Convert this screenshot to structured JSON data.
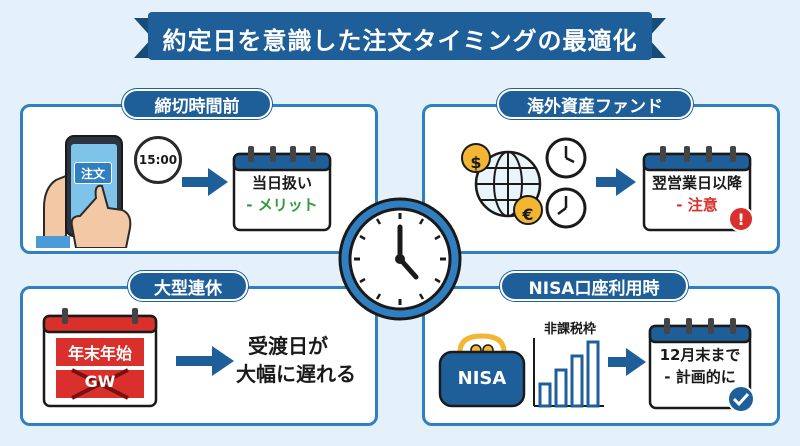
{
  "title": "約定日を意識した注文タイミングの最適化",
  "panels": {
    "top_left": {
      "heading": "締切時間前",
      "phone_label": "注文",
      "clock_time": "15:00",
      "calendar_line1": "当日扱い",
      "calendar_line2": "- メリット"
    },
    "top_right": {
      "heading": "海外資産ファンド",
      "coin_dollar": "$",
      "coin_euro": "€",
      "calendar_line1": "翌営業日以降",
      "calendar_line2": "- 注意",
      "alert_symbol": "!"
    },
    "bottom_left": {
      "heading": "大型連休",
      "calendar_line1": "年末年始",
      "calendar_line2": "GW",
      "result_line1": "受渡日が",
      "result_line2": "大幅に遅れる"
    },
    "bottom_right": {
      "heading": "NISA口座利用時",
      "wallet_label": "NISA",
      "chart_label": "非課税枠",
      "calendar_line1": "12月末まで",
      "calendar_line2": "- 計画的に"
    }
  },
  "colors": {
    "primary": "#1f5f99",
    "accent_blue": "#2f7fc1",
    "green": "#2e9b3c",
    "red": "#d9302c"
  },
  "icons": [
    "phone-icon",
    "clock-icon",
    "calendar-icon",
    "globe-icon",
    "wallet-icon",
    "bar-chart-icon",
    "check-icon",
    "alert-icon",
    "arrow-right-icon"
  ]
}
